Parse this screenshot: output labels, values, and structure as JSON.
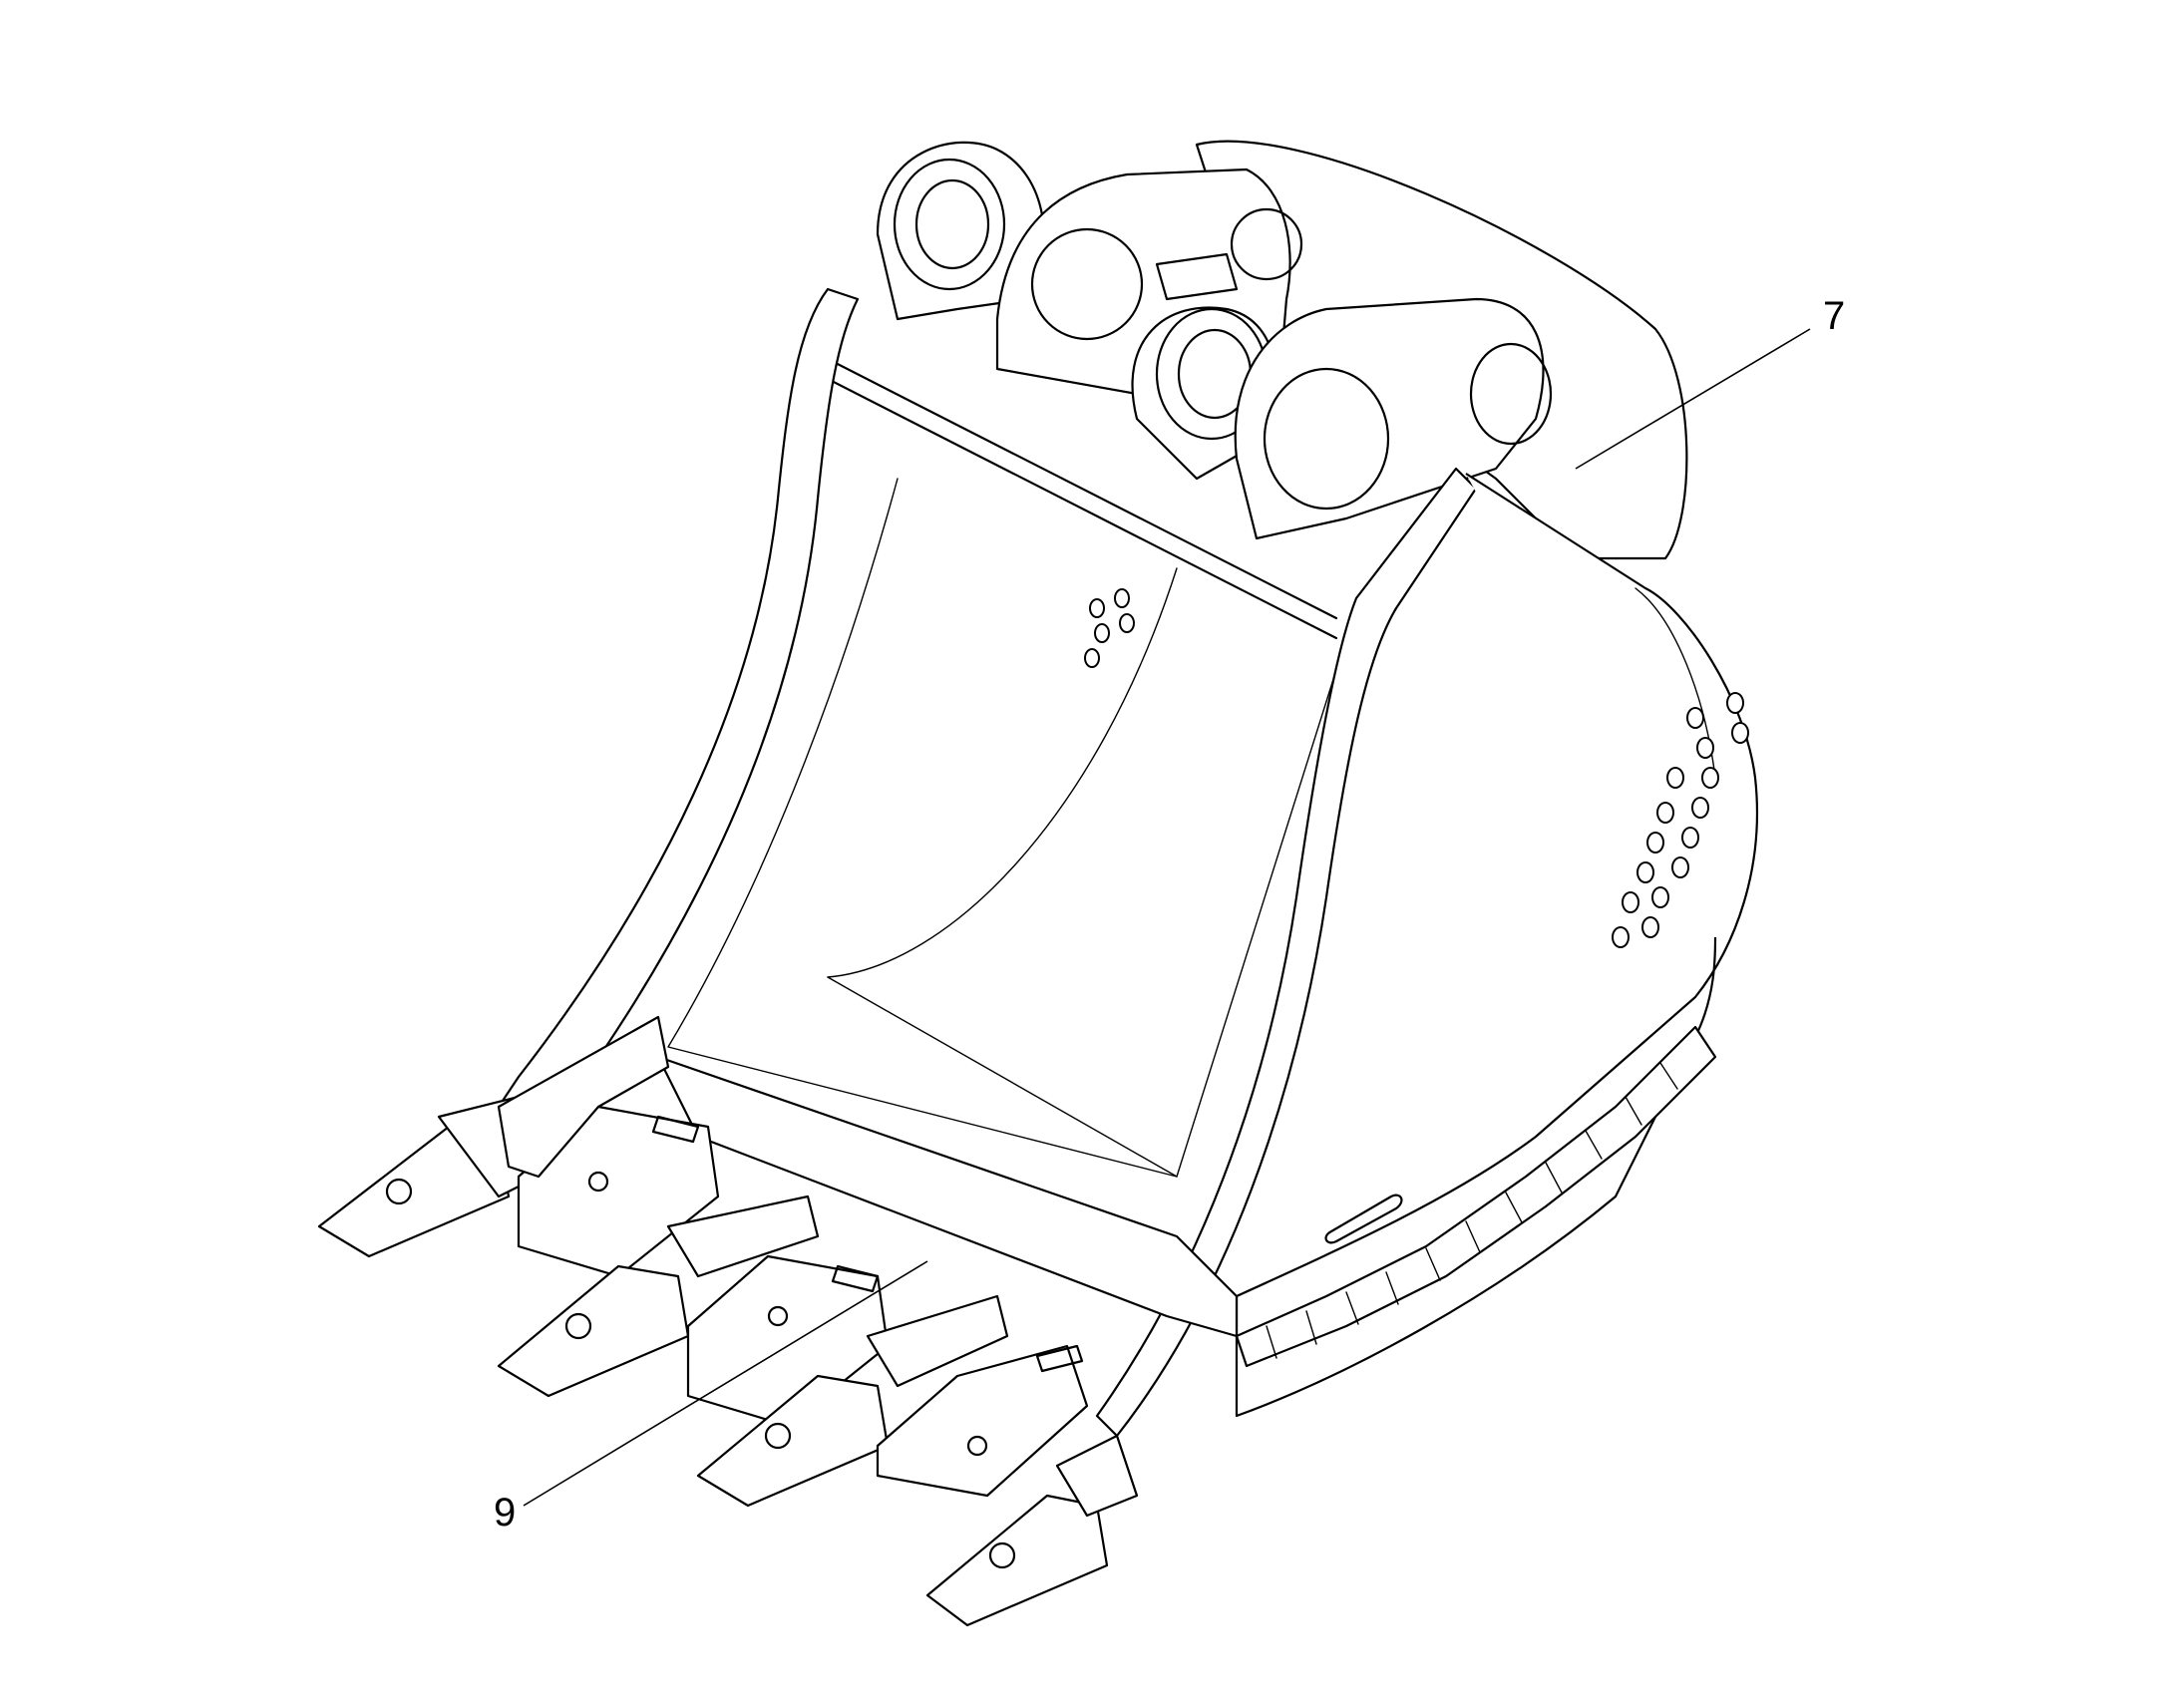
{
  "diagram": {
    "callouts": [
      {
        "label": "7",
        "part": "bucket-shell"
      },
      {
        "label": "9",
        "part": "tooth-adapter"
      }
    ]
  },
  "icons": [
    "excavator-bucket-drawing"
  ]
}
